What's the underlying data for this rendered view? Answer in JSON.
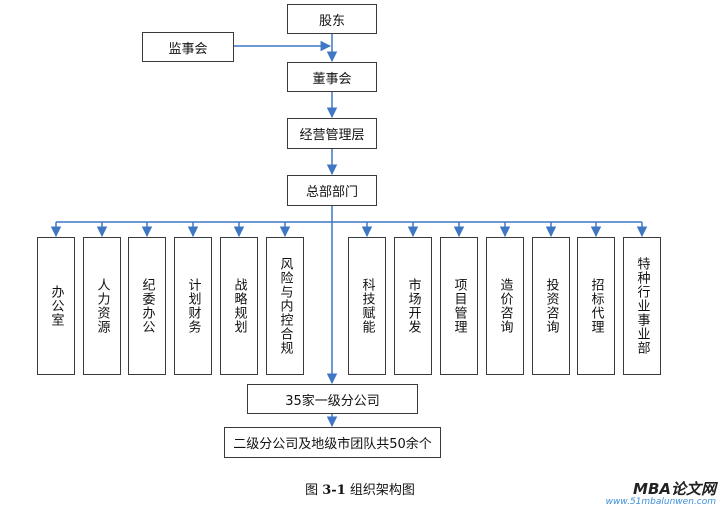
{
  "nodes": {
    "shareholders": "股东",
    "supervisory_board": "监事会",
    "board": "董事会",
    "management": "经营管理层",
    "headquarters": "总部部门",
    "first_level": "35家一级分公司",
    "second_level": "二级分公司及地级市团队共50余个"
  },
  "departments_left": [
    "办公室",
    "人力资源",
    "纪委办公",
    "计划财务",
    "战略规划",
    "风险与内控合规"
  ],
  "departments_right": [
    "科技赋能",
    "市场开发",
    "项目管理",
    "造价咨询",
    "投资咨询",
    "招标代理",
    "特种行业事业部"
  ],
  "caption": {
    "prefix": "图 ",
    "number": "3-1",
    "text": " 组织架构图"
  },
  "watermark": {
    "brand": "MBA论文网",
    "url": "www.51mbalunwen.com"
  },
  "colors": {
    "connector": "#3f77c4",
    "border": "#3a3a3a"
  }
}
